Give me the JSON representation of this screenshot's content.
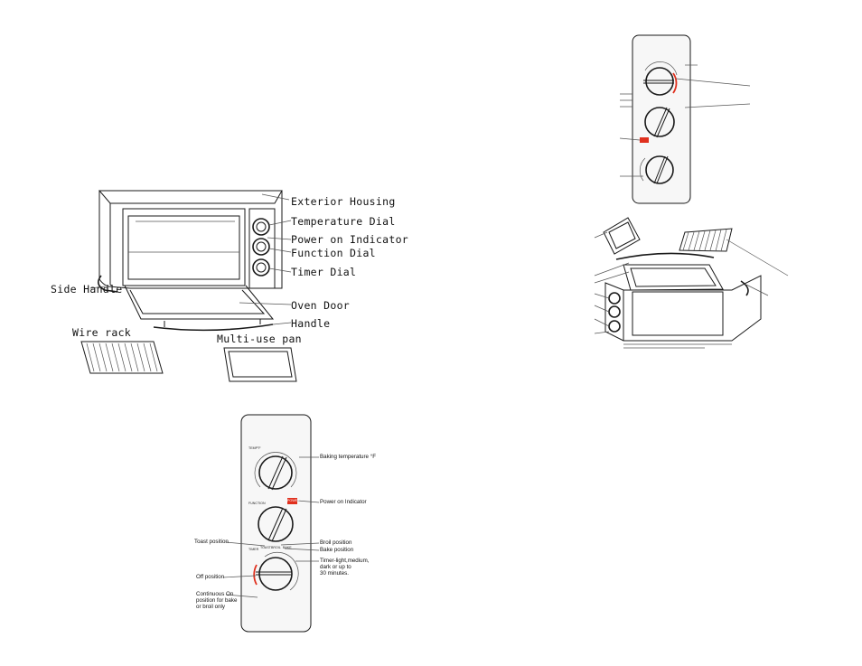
{
  "oven_diagram": {
    "labels": {
      "exterior_housing": "Exterior Housing",
      "temperature_dial": "Temperature Dial",
      "power_indicator": "Power on Indicator",
      "function_dial": "Function Dial",
      "timer_dial": "Timer Dial",
      "side_handle": "Side Handle",
      "oven_door": "Oven Door",
      "handle": "Handle",
      "wire_rack": "Wire rack",
      "multi_use_pan": "Multi-use pan"
    }
  },
  "control_panel": {
    "temp_title": "TEMP°F",
    "function_title": "FUNCTION",
    "power_badge": "POWER",
    "timer_title": "TIMER",
    "function_positions": [
      "TOAST",
      "BROIL",
      "BAKE"
    ],
    "labels": {
      "baking_temp": "Baking temperature °F",
      "power_indicator": "Power on Indicator",
      "toast_position": "Toast position",
      "broil_position": "Broil position",
      "bake_position": "Bake position",
      "timer_light": "Timer-light,medium,\ndark or up to\n30 minutes.",
      "off_position": "Off position",
      "continuous_on": "Continuous On\nposition for bake\nor broil only"
    }
  },
  "colors": {
    "accent": "#e0301e",
    "line": "#1a1a1a",
    "panel_bg": "#f7f7f7"
  }
}
